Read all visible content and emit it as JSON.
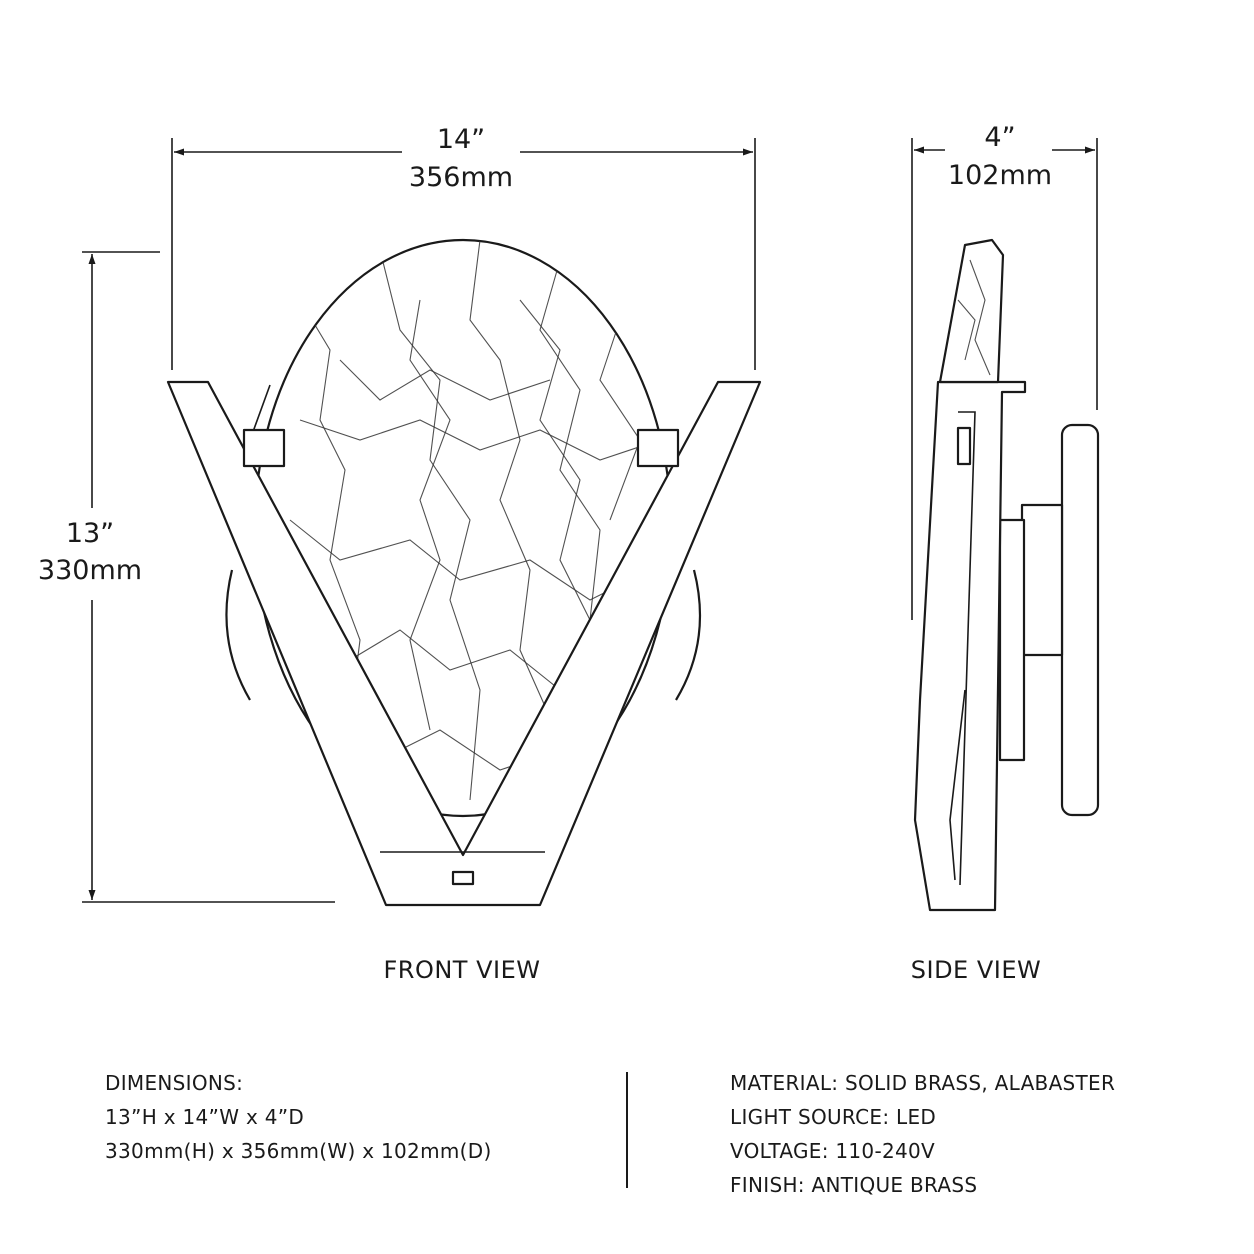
{
  "dimensions": {
    "width_in": "14”",
    "width_mm": "356mm",
    "height_in": "13”",
    "height_mm": "330mm",
    "depth_in": "4”",
    "depth_mm": "102mm"
  },
  "views": {
    "front": "FRONT VIEW",
    "side": "SIDE VIEW"
  },
  "specs_left": [
    "DIMENSIONS:",
    "13”H x 14”W x 4”D",
    "330mm(H) x 356mm(W) x 102mm(D)"
  ],
  "specs_right": [
    "MATERIAL: SOLID BRASS, ALABASTER",
    "LIGHT SOURCE: LED",
    "VOLTAGE: 110-240V",
    "FINISH: ANTIQUE BRASS"
  ]
}
